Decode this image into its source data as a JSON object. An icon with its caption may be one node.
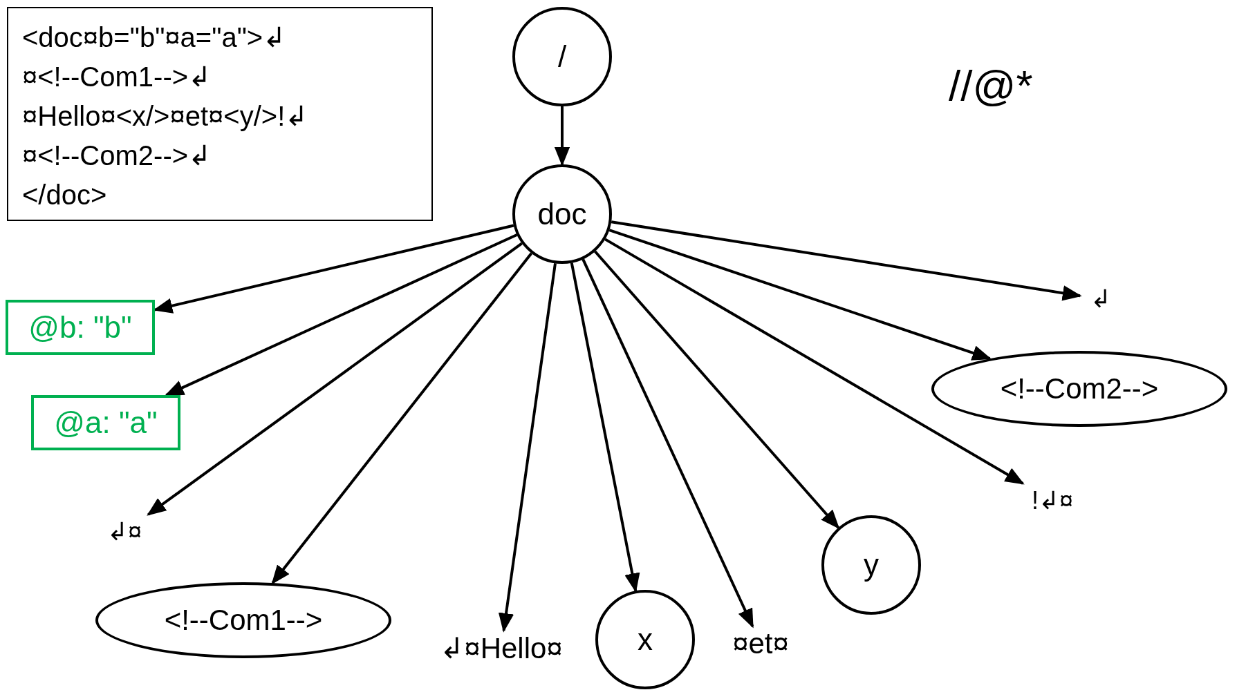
{
  "diagram": {
    "nodes": [
      {
        "text": [
          "<doc¤b=\"b\"¤a=\"a\">↲",
          "¤<!--Com1-->↲",
          "¤Hello¤<x/>¤et¤<y/>!↲",
          "¤<!--Com2-->↲",
          "</doc>"
        ]
      },
      {
        "text": [
          "/"
        ]
      },
      {
        "text": [
          "doc"
        ]
      },
      {
        "text": [
          "@b: \"b\""
        ]
      },
      {
        "text": [
          "↲"
        ]
      },
      {
        "text": [
          "<!--Com2-->"
        ]
      },
      {
        "text": [
          "@a: \"a\""
        ]
      },
      {
        "text": [
          "!↲¤"
        ]
      },
      {
        "text": [
          "↲¤"
        ]
      },
      {
        "text": [
          "y"
        ]
      },
      {
        "text": [
          "<!--Com1-->"
        ]
      },
      {
        "text": [
          "x"
        ]
      },
      {
        "text": [
          "↲¤Hello¤"
        ]
      },
      {
        "text": [
          "¤et¤"
        ]
      }
    ],
    "edges": [
      {
        "from": 1,
        "to": 2,
        "arrow": "to"
      },
      {
        "from": 2,
        "to": 3,
        "arrow": "to"
      },
      {
        "from": 2,
        "to": 4,
        "arrow": "to"
      },
      {
        "from": 2,
        "to": 5,
        "arrow": "to"
      },
      {
        "from": 2,
        "to": 6,
        "arrow": "to"
      },
      {
        "from": 2,
        "to": 7,
        "arrow": "to"
      },
      {
        "from": 2,
        "to": 8,
        "arrow": "to"
      },
      {
        "from": 2,
        "to": 9,
        "arrow": "to"
      },
      {
        "from": 2,
        "to": 10,
        "arrow": "to"
      },
      {
        "from": 2,
        "to": 11,
        "arrow": "to"
      },
      {
        "from": 2,
        "to": 12,
        "arrow": "to"
      },
      {
        "from": 2,
        "to": 13,
        "arrow": "to"
      }
    ],
    "labels": [
      "//@*"
    ]
  }
}
